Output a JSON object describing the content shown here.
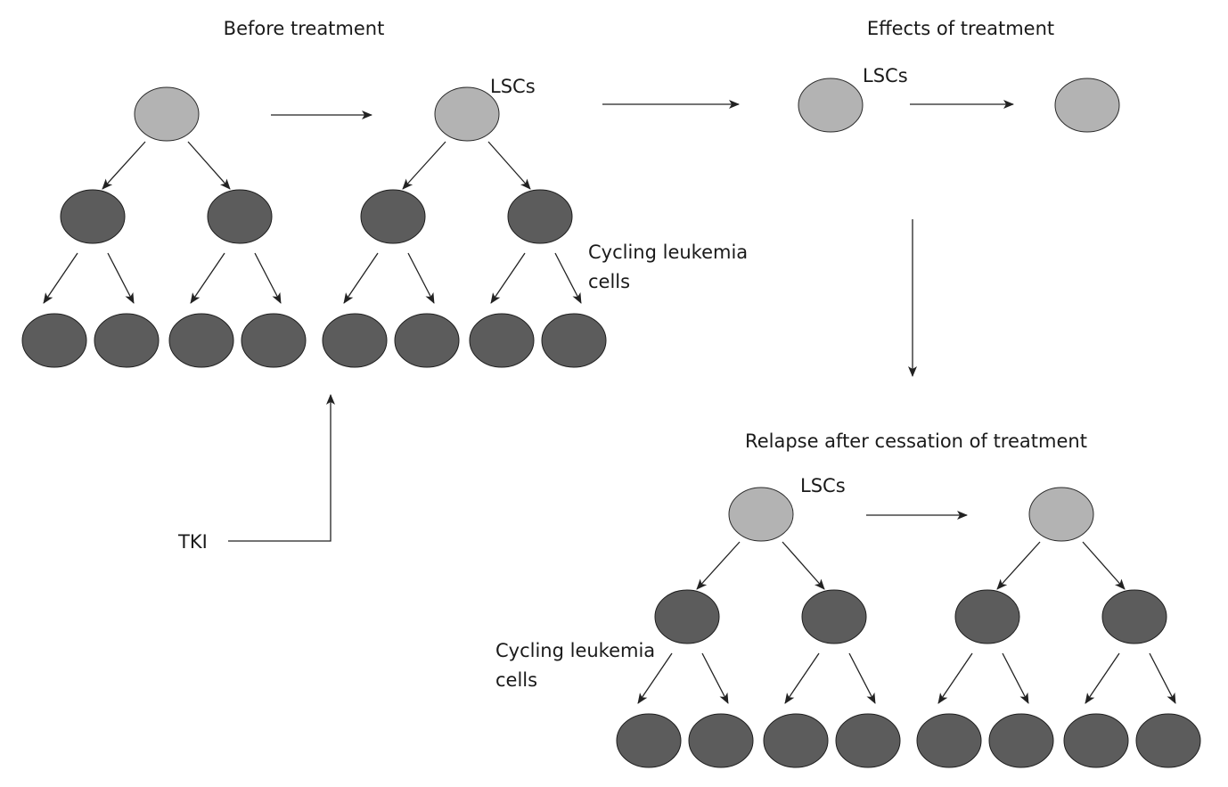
{
  "colors": {
    "lsc_fill": "#b3b3b3",
    "cycling_cell_fill": "#5c5c5c",
    "line": "#222222"
  },
  "labels": {
    "before_treatment": "Before treatment",
    "effects_of_treatment": "Effects of treatment",
    "relapse": "Relapse after cessation of treatment",
    "lsc": "LSCs",
    "cycling_line1": "Cycling leukemia",
    "cycling_line2": "cells",
    "tki": "TKI"
  },
  "panels": {
    "before": {
      "trees": 2,
      "lsc_label": "LSCs",
      "cell_label": [
        "Cycling leukemia",
        "cells"
      ]
    },
    "effects": {
      "lsc_count": 2,
      "lsc_label": "LSCs"
    },
    "relapse": {
      "trees": 2,
      "lsc_label": "LSCs",
      "cell_label": [
        "Cycling leukemia",
        "cells"
      ]
    }
  }
}
